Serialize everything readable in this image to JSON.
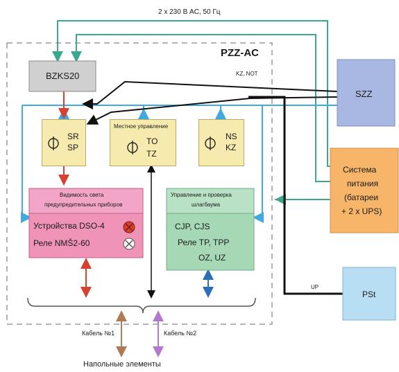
{
  "diagram": {
    "top_supply_label": "2 x 230 В AC, 50 Гц",
    "enclosure_title": "PZZ-AC",
    "bzks_label": "BZKS20",
    "szz_label": "SZZ",
    "szz_signal_label": "KZ, NOT",
    "power_system": {
      "line1": "Система",
      "line2": "питания",
      "line3": "(батареи",
      "line4": "+ 2 x UPS)"
    },
    "pst_label": "PSt",
    "up_label": "UP",
    "switch_sr": {
      "line1": "SR",
      "line2": "SP"
    },
    "switch_local": {
      "title": "Местное управление",
      "line1": "TO",
      "line2": "TZ"
    },
    "switch_ns": {
      "line1": "NS",
      "line2": "KZ"
    },
    "pink_box": {
      "header_line1": "Видимость света",
      "header_line2": "предупредительных приборов",
      "row1": "Устройства DSO-4",
      "row2": "Реле NMŠ2-60"
    },
    "green_box": {
      "header_line1": "Управление и проверка",
      "header_line2": "шлагбаума",
      "line1": "CJP, CJS",
      "line2": "Реле TP, TPP",
      "line3": "OZ, UZ"
    },
    "cable1_label": "Кабель №1",
    "cable2_label": "Кабель №2",
    "bottom_label": "Напольные элементы"
  },
  "colors": {
    "teal": "#3aa88f",
    "cyan": "#3fa9e0",
    "red": "#d8402f",
    "black": "#111111",
    "brown": "#b07a55",
    "purple": "#b37ac9",
    "blue_arrow": "#2c6fb7",
    "szz_fill": "#a9b8e3",
    "power_fill": "#f7b56a",
    "pst_fill": "#b7def2",
    "bzks_fill": "#d0d0d0",
    "switch_fill": "#f7eaae",
    "pink_fill": "#ef93b9",
    "green_fill": "#a6d8b6"
  }
}
